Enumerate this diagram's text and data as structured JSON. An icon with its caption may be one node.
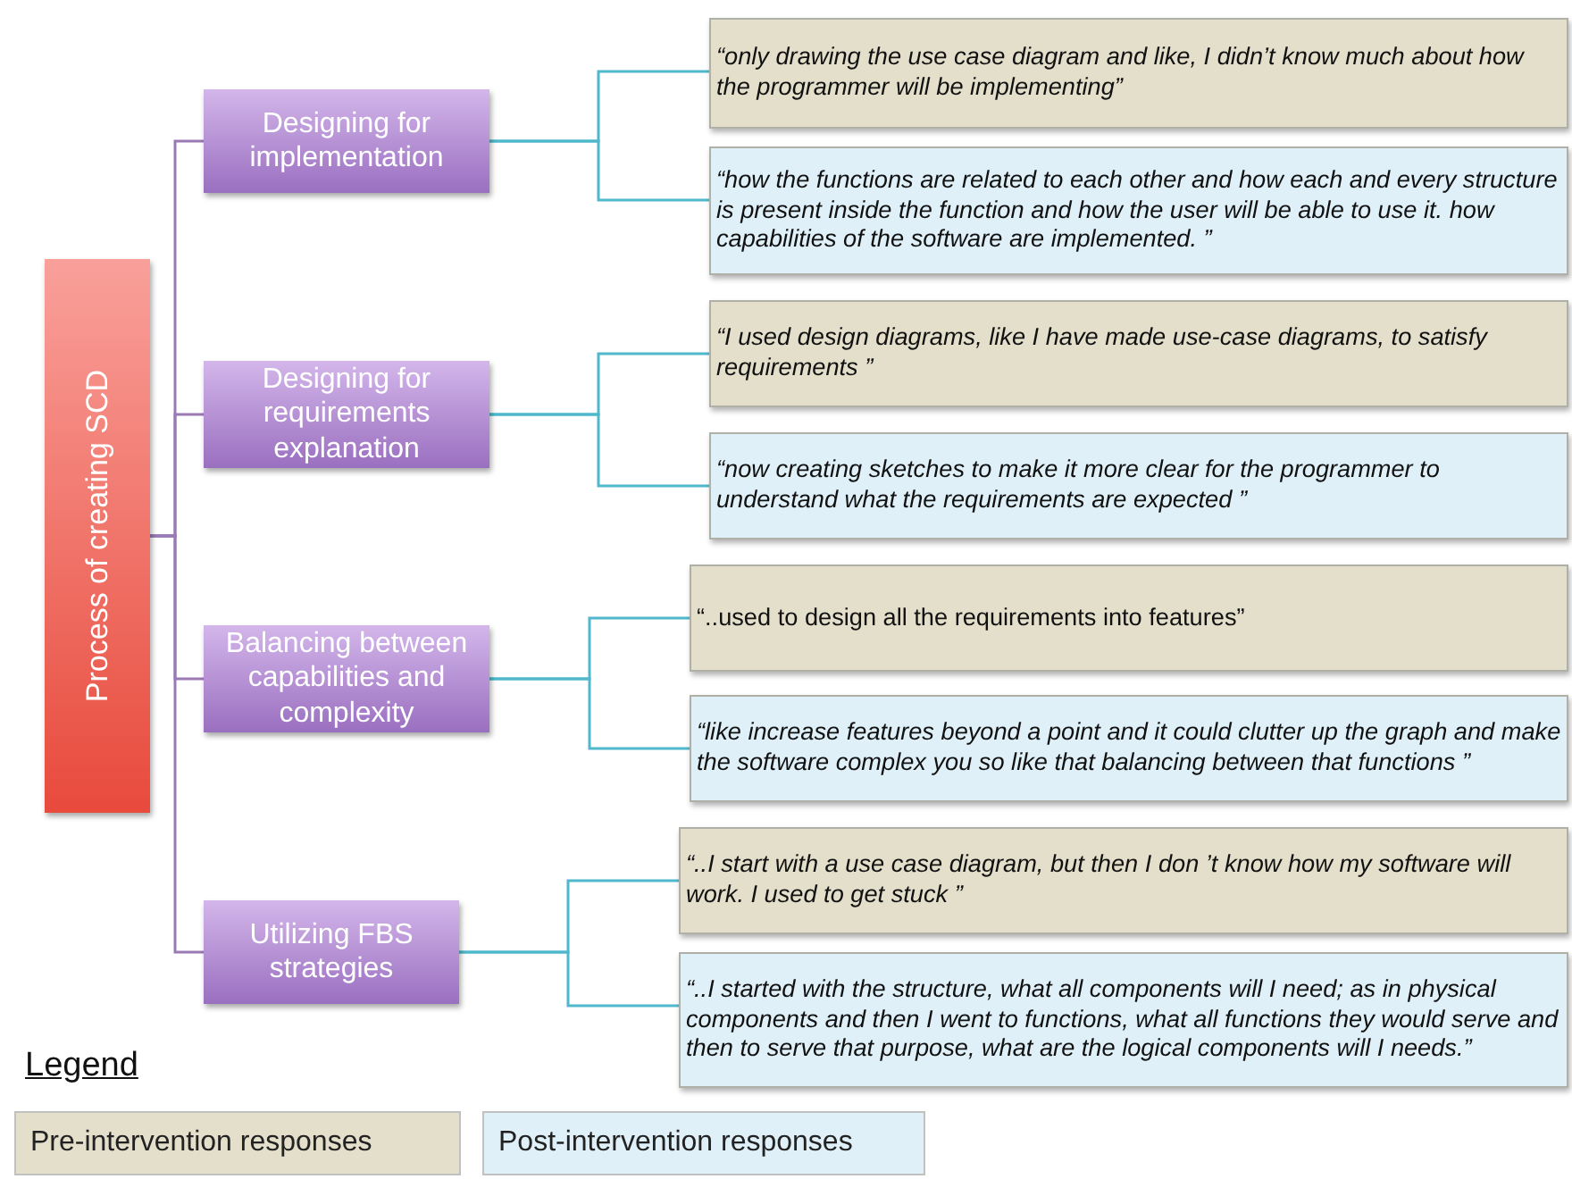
{
  "diagram": {
    "nodes": [
      {
        "text": [
          "Process of creating SCD"
        ]
      },
      {
        "text": [
          "Designing for implementation"
        ]
      },
      {
        "text": [
          "Designing for requirements explanation"
        ]
      },
      {
        "text": [
          "Balancing between capabilities and complexity"
        ]
      },
      {
        "text": [
          "Utilizing FBS strategies"
        ]
      },
      {
        "text": [
          "“only drawing the use case diagram and like, I didn’t know much about how the programmer will be implementing”"
        ]
      },
      {
        "text": [
          "“how the functions are related to each other and how each and every structure is present inside the function and how the user will be able to use it. how capabilities of the software are implemented. ”"
        ]
      },
      {
        "text": [
          "“I used design diagrams, like I have made use-case diagrams, to satisfy requirements ”"
        ]
      },
      {
        "text": [
          "“now creating sketches to make it more clear for the programmer to understand what the requirements are expected ”"
        ]
      },
      {
        "text": [
          "“..used to design all the requirements into features”"
        ]
      },
      {
        "text": [
          "“like increase features beyond a point and it could clutter up the graph and make the software complex you so like that balancing between that functions ”"
        ]
      },
      {
        "text": [
          "“..I start with a use case diagram, but then I don ’t know how my software will work. I used to get stuck ”"
        ]
      },
      {
        "text": [
          "“..I started with the structure, what all components will I need; as in physical components and then I went to functions, what all functions they would serve and then to serve that purpose, what are the logical components will I needs.”"
        ]
      }
    ],
    "edges": [
      {
        "from": 0,
        "to": 1,
        "arrow": "none",
        "color": "#9a7ab5"
      },
      {
        "from": 0,
        "to": 2,
        "arrow": "none",
        "color": "#9a7ab5"
      },
      {
        "from": 0,
        "to": 3,
        "arrow": "none",
        "color": "#9a7ab5"
      },
      {
        "from": 0,
        "to": 4,
        "arrow": "none",
        "color": "#9a7ab5"
      },
      {
        "from": 1,
        "to": 5,
        "arrow": "none"
      },
      {
        "from": 1,
        "to": 6,
        "arrow": "none"
      },
      {
        "from": 2,
        "to": 7,
        "arrow": "none"
      },
      {
        "from": 2,
        "to": 8,
        "arrow": "none"
      },
      {
        "from": 3,
        "to": 9,
        "arrow": "none"
      },
      {
        "from": 3,
        "to": 10,
        "arrow": "none"
      },
      {
        "from": 4,
        "to": 11,
        "arrow": "none"
      },
      {
        "from": 4,
        "to": 12,
        "arrow": "none"
      }
    ],
    "labels": [
      "Legend"
    ],
    "legend": [
      {
        "text": "Pre-intervention responses",
        "color": "#e3dfcb"
      },
      {
        "text": "Post-intervention responses",
        "color": "#dff0f8"
      }
    ]
  }
}
